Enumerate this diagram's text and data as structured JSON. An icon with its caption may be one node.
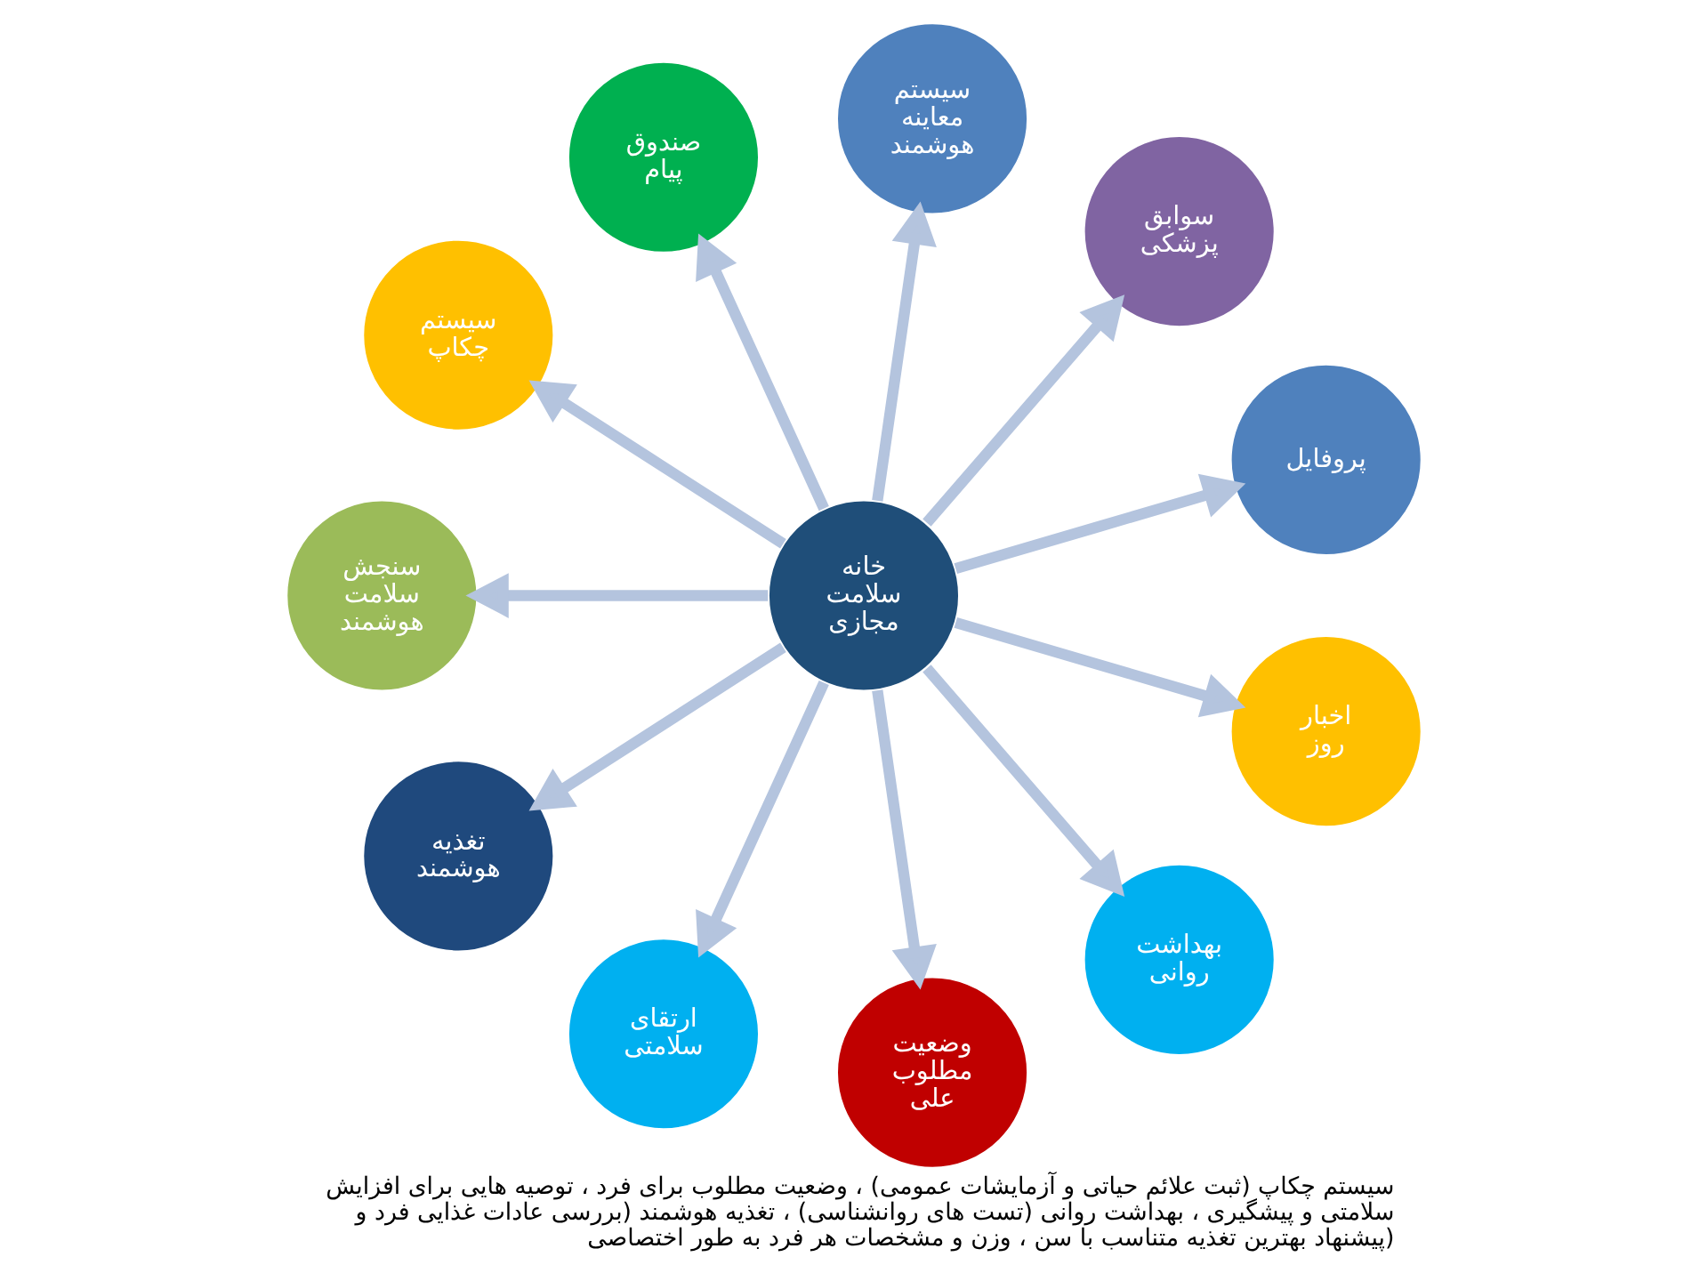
{
  "diagram": {
    "caption": "سیستم چکاپ (ثبت علائم حیاتی و آزمایشات عمومی) ، وضعیت مطلوب برای فرد ، توصیه هایی برای افزایش سلامتی و پیشگیری ، بهداشت روانی (تست های روانشناسی) ، تغذیه هوشمند (بررسی عادات غذایی فرد و پیشنهاد بهترین تغذیه متناسب با سن ، وزن و مشخصات هر فرد به طور اختصاصی)",
    "nodes": [
      {
        "text": [
          "خانه سلامت مجازی"
        ]
      },
      {
        "text": [
          "پروفایل"
        ]
      },
      {
        "text": [
          "سوابق پزشکی"
        ]
      },
      {
        "text": [
          "سیستم معاینه هوشمند"
        ]
      },
      {
        "text": [
          "صندوق پیام"
        ]
      },
      {
        "text": [
          "سیستم چکاپ"
        ]
      },
      {
        "text": [
          "سنجش سلامت هوشمند"
        ]
      },
      {
        "text": [
          "تغذیه هوشمند"
        ]
      },
      {
        "text": [
          "ارتقای سلامتی"
        ]
      },
      {
        "text": [
          "وضعیت مطلوب علی"
        ]
      },
      {
        "text": [
          "بهداشت روانی"
        ]
      },
      {
        "text": [
          "اخبار روز"
        ]
      }
    ],
    "edges": [
      {
        "from": 0,
        "to": 1,
        "arrow": "to"
      },
      {
        "from": 0,
        "to": 2,
        "arrow": "to"
      },
      {
        "from": 0,
        "to": 3,
        "arrow": "to"
      },
      {
        "from": 0,
        "to": 4,
        "arrow": "to"
      },
      {
        "from": 0,
        "to": 5,
        "arrow": "to"
      },
      {
        "from": 0,
        "to": 6,
        "arrow": "to"
      },
      {
        "from": 0,
        "to": 7,
        "arrow": "to"
      },
      {
        "from": 0,
        "to": 8,
        "arrow": "to"
      },
      {
        "from": 0,
        "to": 9,
        "arrow": "to"
      },
      {
        "from": 0,
        "to": 10,
        "arrow": "to"
      },
      {
        "from": 0,
        "to": 11,
        "arrow": "to"
      }
    ]
  }
}
